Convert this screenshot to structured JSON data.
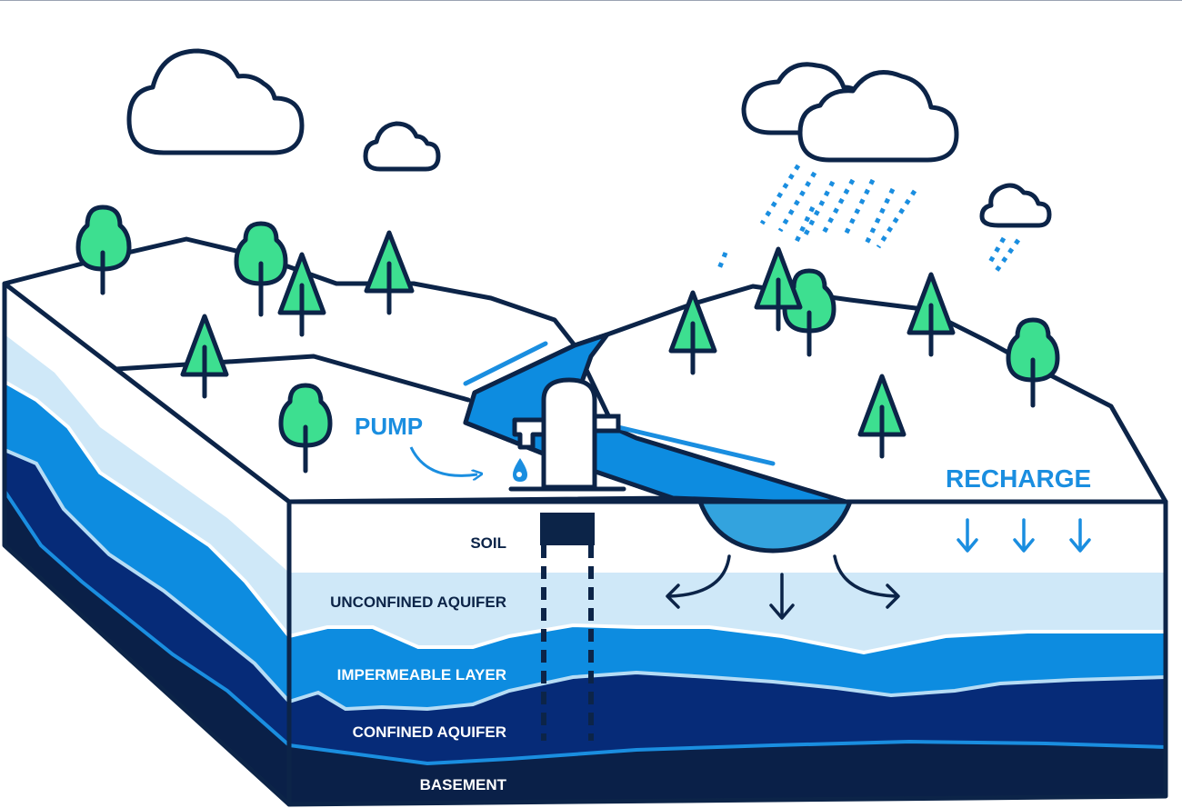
{
  "labels": {
    "pump": "PUMP",
    "recharge": "RECHARGE",
    "soil": "SOIL",
    "unconfined_aquifer": "UNCONFINED AQUIFER",
    "impermeable_layer": "IMPERMEABLE LAYER",
    "confined_aquifer": "CONFINED AQUIFER",
    "basement": "BASEMENT"
  },
  "colors": {
    "outline": "#0c2448",
    "soil": "#ffffff",
    "unconfined_aquifer": "#cfe8f8",
    "impermeable_layer": "#0d8ce0",
    "confined_aquifer": "#062b78",
    "basement": "#0a2048",
    "river": "#0d8ce0",
    "pond": "#33a3de",
    "tree": "#3ddf90",
    "accent_label": "#1a8ee0"
  },
  "icons": [
    "cloud-icon",
    "rain-icon",
    "tree-icon",
    "pump-icon",
    "water-drop-icon",
    "arrow-down-icon",
    "arrow-curved-icon"
  ]
}
